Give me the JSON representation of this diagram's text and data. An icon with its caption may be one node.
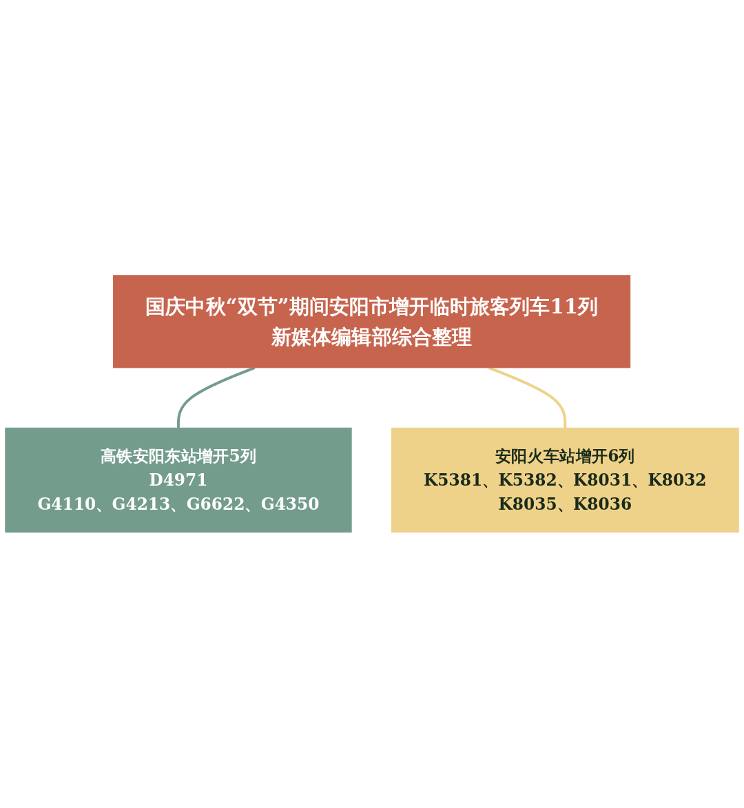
{
  "diagram": {
    "nodes": [
      {
        "text": [
          "国庆中秋“双节”期间安阳市增开临时旅客列车11列",
          "新媒体编辑部综合整理"
        ]
      },
      {
        "text": [
          "高铁安阳东站增开5列",
          "D4971",
          "G4110、G4213、G6622、G4350"
        ]
      },
      {
        "text": [
          "安阳火车站增开6列",
          "K5381、K5382、K8031、K8032",
          "K8035、K8036"
        ]
      }
    ],
    "edges": [
      {
        "from": 0,
        "to": 1,
        "arrow": "none",
        "color": "#739c8c"
      },
      {
        "from": 0,
        "to": 2,
        "arrow": "none",
        "color": "#eed289"
      }
    ]
  }
}
